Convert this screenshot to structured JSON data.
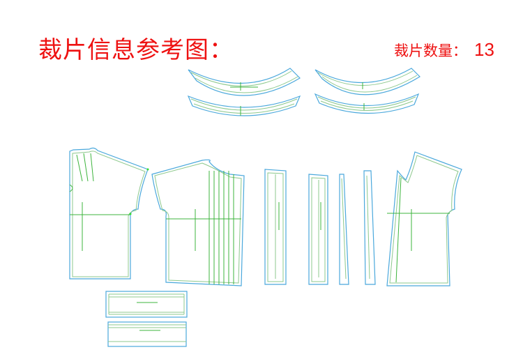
{
  "header": {
    "title": "裁片信息参考图：",
    "count_label": "裁片数量：",
    "count_value": "13"
  },
  "colors": {
    "title": "#ee1111",
    "outline": "#4aa8dc",
    "seam": "#8cc88c",
    "marks": "#3cb43c"
  },
  "pieces": [
    "collar-1",
    "collar-2",
    "collar-3",
    "collar-4",
    "back-bodice",
    "front-bodice-pleated",
    "strip-1",
    "strip-2",
    "strip-3",
    "strip-4",
    "front-bodice-right",
    "band-1",
    "band-2"
  ]
}
